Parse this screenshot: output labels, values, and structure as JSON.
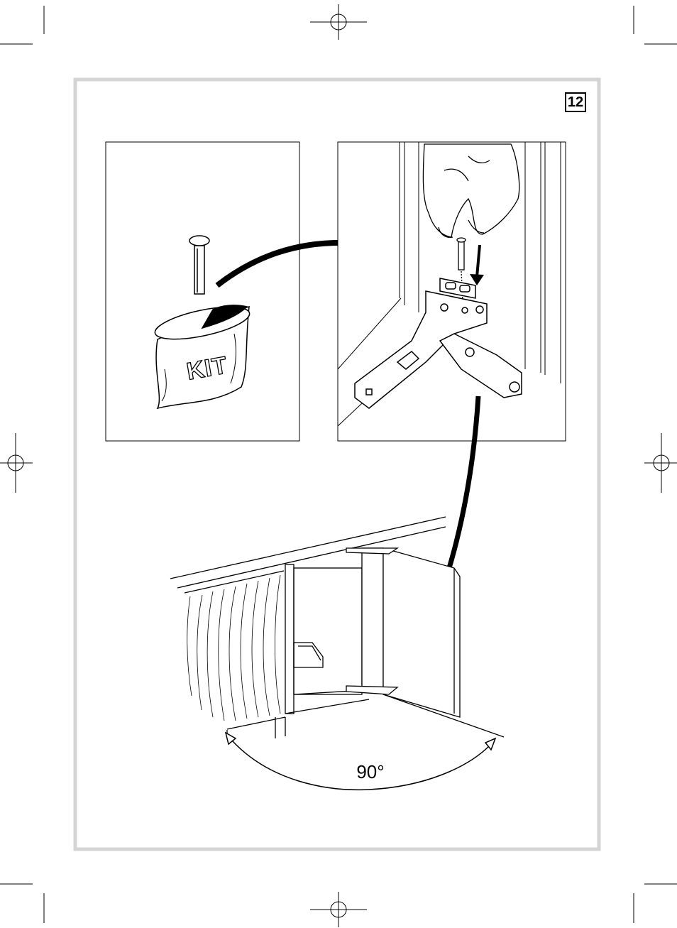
{
  "page": {
    "step_number": "12",
    "kit_label": "KIT",
    "angle_label": "90°"
  },
  "colors": {
    "frame_gray": "#d4d4d4",
    "ink": "#000000",
    "paper": "#ffffff"
  },
  "icons": [
    "registration-crosshair-icon",
    "crop-mark-icon",
    "curved-arrow-icon",
    "down-arrow-icon",
    "double-headed-arc-arrow-icon"
  ]
}
